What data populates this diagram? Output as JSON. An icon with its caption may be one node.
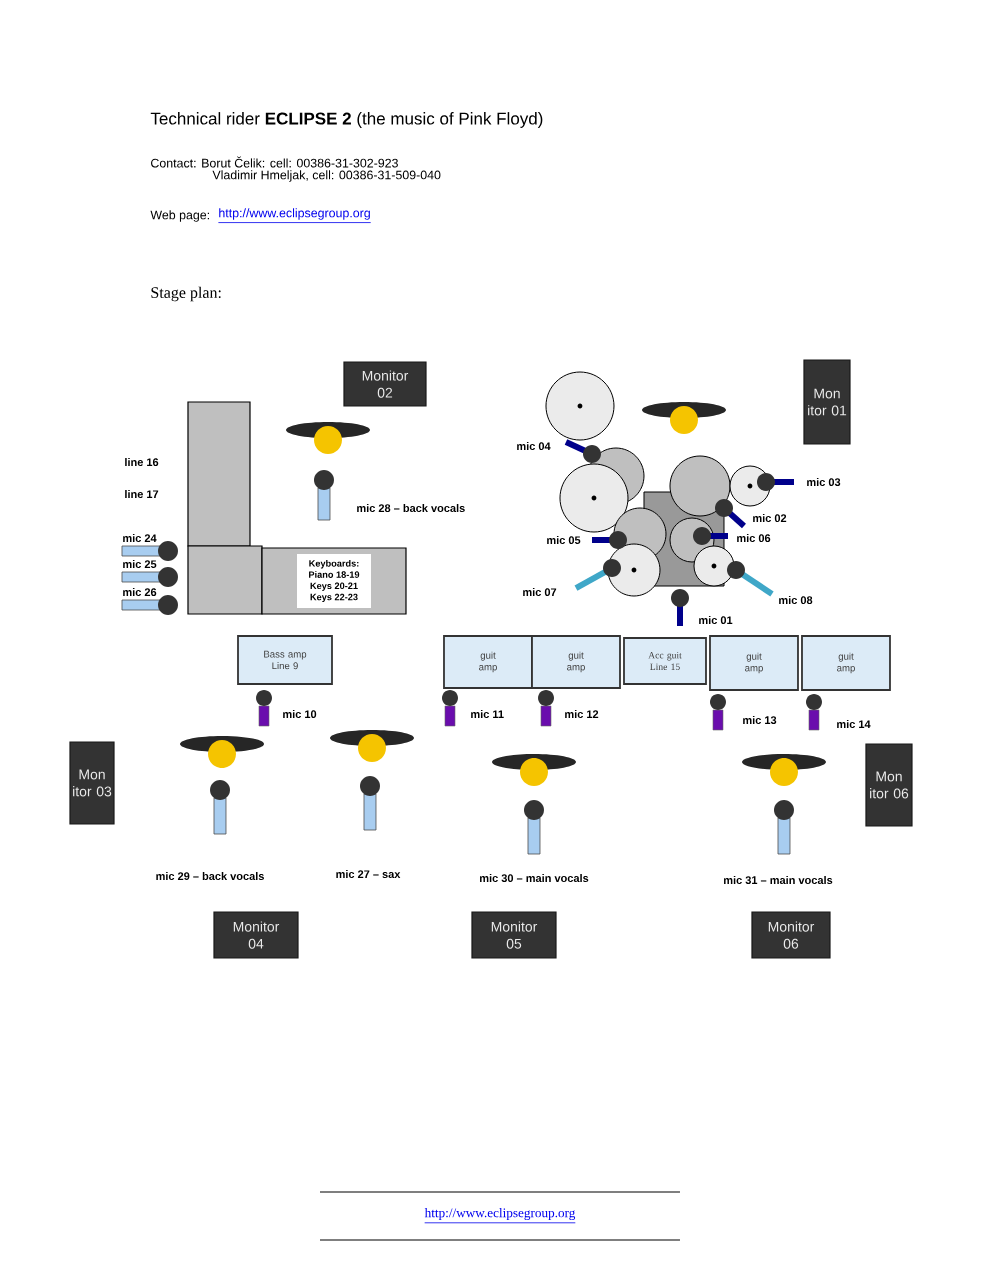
{
  "diagram": {
    "title": "Technical rider **ECLIPSE 2** (the music of Pink Floyd)",
    "nodes": [
      {
        "text": [
          "Monitor 02"
        ]
      },
      {
        "text": [
          "Mon itor 01"
        ]
      },
      {
        "text": [],
        "shape": "box"
      },
      {
        "text": [],
        "shape": "box"
      },
      {
        "text": [
          "Keyboards: Piano 18-19 Keys 20-21 Keys 22-23"
        ]
      },
      {
        "text": [
          "Bass amp Line 9"
        ]
      },
      {
        "text": [
          "guit amp"
        ]
      },
      {
        "text": [
          "guit amp"
        ]
      },
      {
        "text": [
          "Acc guit Line 15"
        ]
      },
      {
        "text": [
          "guit amp"
        ]
      },
      {
        "text": [
          "guit amp"
        ]
      },
      {
        "text": [
          "Mon itor 03"
        ]
      },
      {
        "text": [
          "Mon itor 06"
        ]
      },
      {
        "text": [
          "Monitor 04"
        ]
      },
      {
        "text": [
          "Monitor 05"
        ]
      },
      {
        "text": [
          "Monitor 06"
        ]
      }
    ],
    "labels": [
      "Contact: Borut Čelik: cell: 00386-31-302-923",
      "Vladimir Hmeljak, cell: 00386-31-509-040",
      "Web page:",
      "http://www.eclipsegroup.org",
      "Stage plan:",
      "mic 04",
      "line 16",
      "mic 03",
      "line 17",
      "mic 28 – back vocals",
      "mic 02",
      "mic 24",
      "mic 05",
      "mic 06",
      "mic 25",
      "mic 26",
      "mic 07",
      "mic 08",
      "mic 01",
      "mic 10",
      "mic 11",
      "mic 12",
      "mic 13",
      "mic 14",
      "mic 29 – back vocals",
      "mic 27 – sax",
      "mic 30 – main vocals",
      "mic 31 – main vocals",
      "http://www.eclipsegroup.org"
    ]
  }
}
